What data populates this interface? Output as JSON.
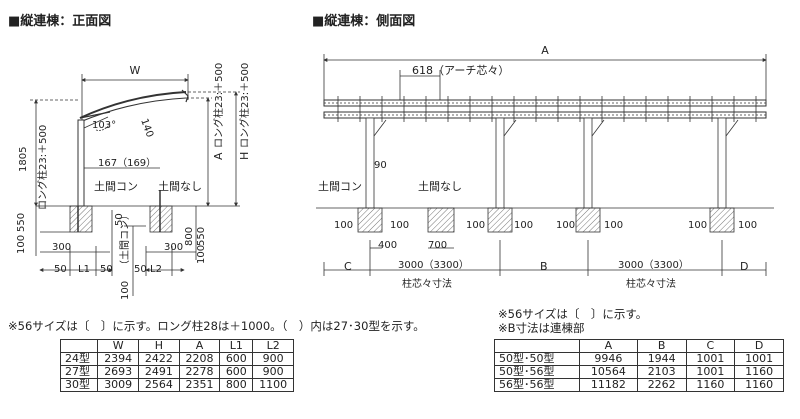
{
  "front": {
    "title": "■縦連棟：正面図",
    "W": "W",
    "H": "H",
    "A": "A",
    "angle": "103°",
    "r140": "140",
    "post_w": "167（169）",
    "h1805": "1805",
    "pillar_long_left": "ロング柱23:＋500",
    "pillar_long_a": "ロング柱23:＋500",
    "pillar_long_h": "ロング柱23:＋500",
    "doma_con": "土間コン",
    "doma_nashi": "土間なし",
    "v550": "550",
    "v100": "100",
    "v50": "50",
    "v300": "300",
    "L1": "L1",
    "L2": "L2",
    "doma_con_v": "（土間コン）",
    "v100_h": "100",
    "v100_b": "100",
    "v300_r": "300",
    "v50_r": "50",
    "v50_r2": "50",
    "v50_r3": "50",
    "v50_l": "50",
    "v800": "800",
    "v550_r": "550",
    "v100_r": "100"
  },
  "side": {
    "title": "■縦連棟：側面図",
    "A": "A",
    "arch": "618（アーチ芯々）",
    "v90": "90",
    "doma_con": "土間コン",
    "doma_nashi": "土間なし",
    "v100": "100",
    "v400": "400",
    "v700": "700",
    "span1": "3000（3300）",
    "span2": "3000（3300）",
    "pitch": "柱芯々寸法",
    "C": "C",
    "B": "B",
    "D": "D"
  },
  "notes": {
    "left": "※56サイズは〔　〕に示す。ロング柱28は＋1000。（　）内は27･30型を示す。",
    "right1": "※56サイズは〔　〕に示す。",
    "right2": "※B寸法は連棟部"
  },
  "table_left": {
    "headers": [
      "",
      "W",
      "H",
      "A",
      "L1",
      "L2"
    ],
    "rows": [
      [
        "24型",
        "2394",
        "2422",
        "2208",
        "600",
        "900"
      ],
      [
        "27型",
        "2693",
        "2491",
        "2278",
        "600",
        "900"
      ],
      [
        "30型",
        "3009",
        "2564",
        "2351",
        "800",
        "1100"
      ]
    ]
  },
  "table_right": {
    "headers": [
      "",
      "A",
      "B",
      "C",
      "D"
    ],
    "rows": [
      [
        "50型･50型",
        "9946",
        "1944",
        "1001",
        "1001"
      ],
      [
        "50型･56型",
        "10564",
        "2103",
        "1001",
        "1160"
      ],
      [
        "56型･56型",
        "11182",
        "2262",
        "1160",
        "1160"
      ]
    ]
  }
}
